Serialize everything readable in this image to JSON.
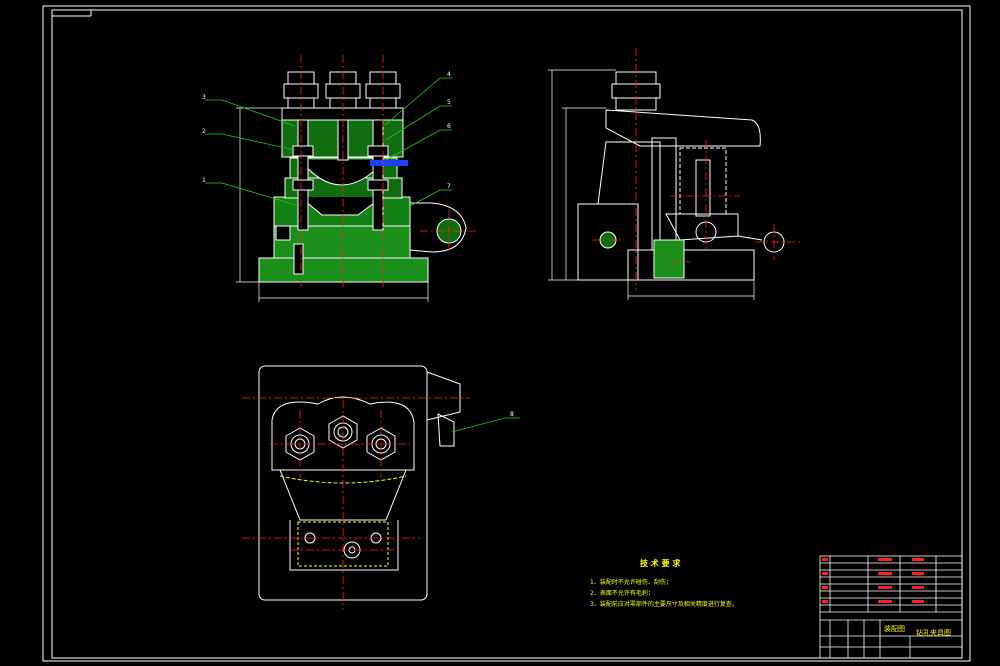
{
  "colors": {
    "background": "#000000",
    "outline": "#ffffff",
    "centerline": "#ff2020",
    "hatch": "#1ea01e",
    "leader": "#22cc22",
    "dimension": "#ffffff",
    "highlight": "#2040ff",
    "text_yellow": "#ffff00"
  },
  "part_numbers": [
    "1",
    "2",
    "3",
    "4",
    "5",
    "6",
    "7",
    "8"
  ],
  "technical_requirements": {
    "title": "技 术 要 求",
    "items": [
      "1、装配时不允许碰伤、刮伤；",
      "2、表面不允许有毛刺；",
      "3、装配前应对零部件的主要尺寸及相关精度进行复查。"
    ]
  },
  "title_block": {
    "drawing_type": "装配图",
    "drawing_name": "钻孔夹具图"
  }
}
